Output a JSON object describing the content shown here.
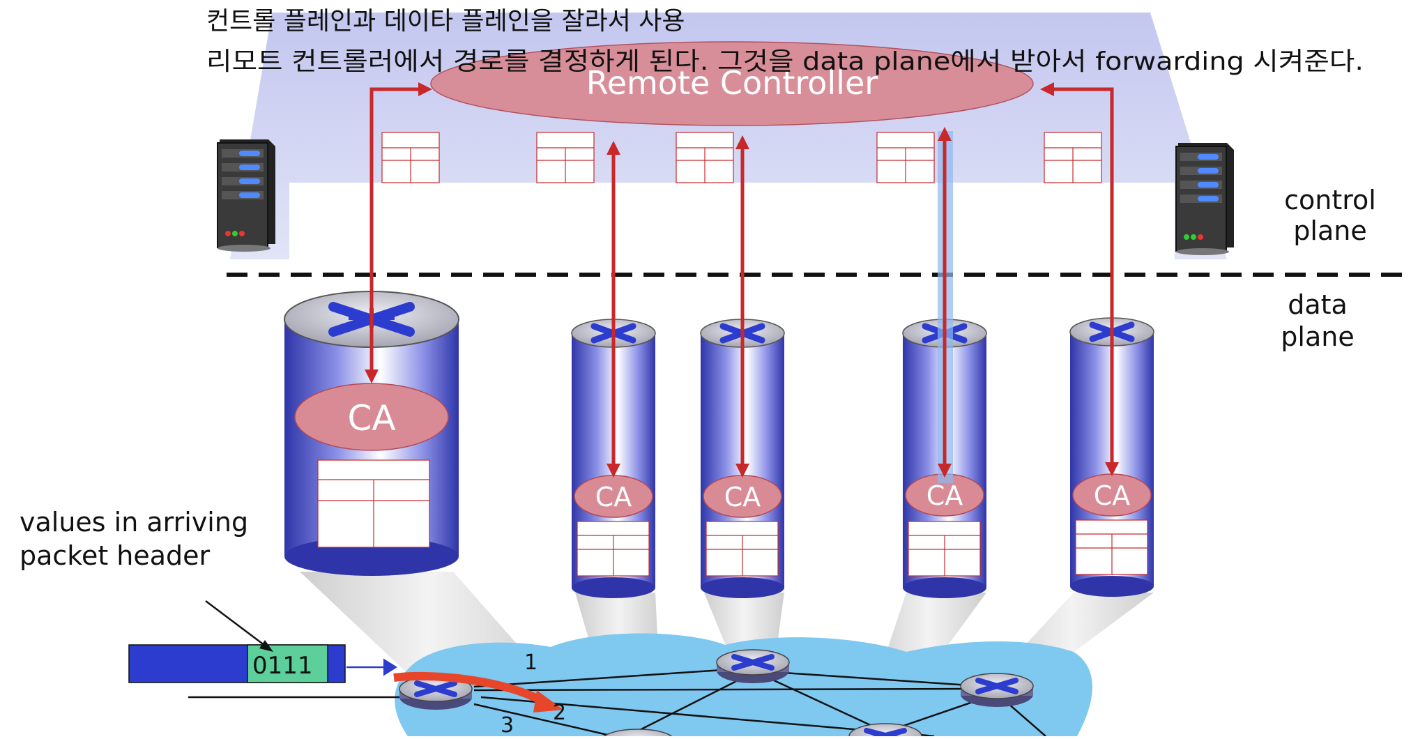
{
  "annotation": {
    "line1": "컨트롤 플레인과 데이타 플레인을 잘라서 사용",
    "line2": "리모트 컨트롤러에서 경로를 결정하게 된다. 그것을 data plane에서 받아서 forwarding 시켜준다."
  },
  "controller": {
    "label": "Remote Controller"
  },
  "planes": {
    "control_line1": "control",
    "control_line2": "plane",
    "data_line1": "data",
    "data_line2": "plane"
  },
  "agent_label": "CA",
  "packet": {
    "caption_line1": "values in arriving",
    "caption_line2": "packet header",
    "header_value": "0111"
  },
  "ports": [
    "1",
    "2",
    "3"
  ],
  "colors": {
    "controller_fill": "#d98b95",
    "arrow": "#c8282a",
    "cloud": "#7fc8f0",
    "control_band": "#c9cdf0",
    "packet_blue": "#2b3ccf",
    "packet_green": "#5ccf9a"
  }
}
